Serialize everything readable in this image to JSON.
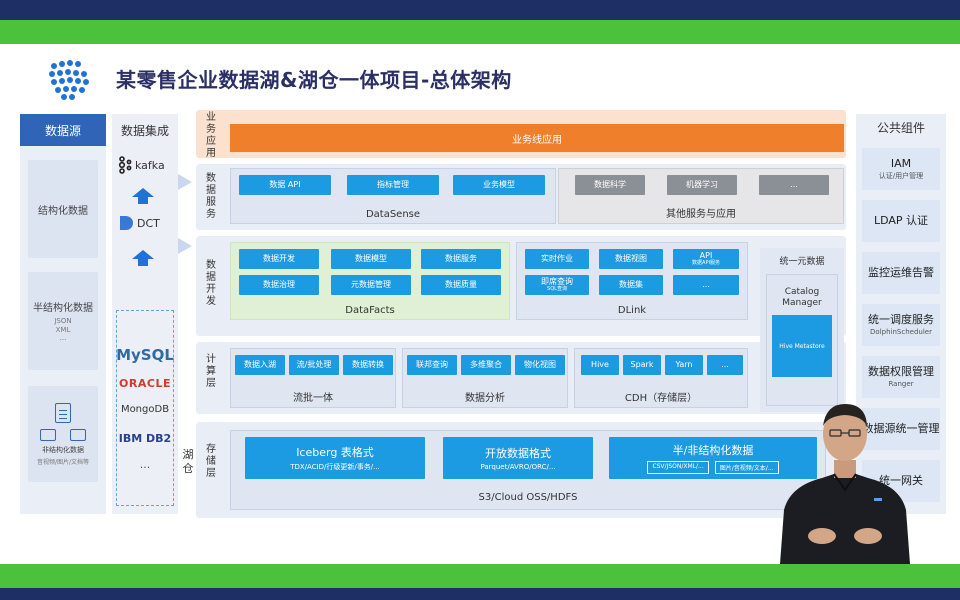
{
  "title": "某零售企业数据湖&湖仓一体项目-总体架构",
  "left": {
    "head": "数据源",
    "structured": "结构化数据",
    "semi": "半结构化数据",
    "semi_sub1": "JSON",
    "semi_sub2": "XML",
    "semi_sub3": "...",
    "unstructured": "非结构化数据",
    "unstructured_sub": "音视频/图片/文档等"
  },
  "integration": {
    "head": "数据集成",
    "kafka": "kafka",
    "dct": "DCT",
    "dbs": [
      "MySQL",
      "ORACLE",
      "MongoDB",
      "IBM DB2",
      "..."
    ]
  },
  "layers": {
    "business": {
      "label": "业务应用",
      "app": "业务线应用"
    },
    "service": {
      "label": "数据服务",
      "datasense": {
        "items": [
          "数据 API",
          "指标管理",
          "业务模型"
        ],
        "name": "DataSense"
      },
      "other": {
        "items": [
          "数据科学",
          "机器学习",
          "..."
        ],
        "name": "其他服务与应用"
      }
    },
    "dev": {
      "label": "数据开发",
      "datafacts": {
        "items": [
          "数据开发",
          "数据模型",
          "数据服务",
          "数据治理",
          "元数据管理",
          "数据质量"
        ],
        "name": "DataFacts"
      },
      "dlink": {
        "items": [
          "实时作业",
          "数据视图",
          "API",
          "即席查询",
          "数据集",
          "..."
        ],
        "api_sub": "数据API服务",
        "adhoc_sub": "SQL查询",
        "name": "DLink"
      }
    },
    "compute": {
      "label": "计算层",
      "batch": {
        "items": [
          "数据入湖",
          "流/批处理",
          "数据转换"
        ],
        "name": "流批一体"
      },
      "analysis": {
        "items": [
          "联邦查询",
          "多维聚合",
          "物化视图"
        ],
        "name": "数据分析"
      },
      "cdh": {
        "items": [
          "Hive",
          "Spark",
          "Yarn",
          "..."
        ],
        "name": "CDH（存储层）"
      }
    },
    "storage": {
      "label": "存储层",
      "iceberg": {
        "title": "Iceberg 表格式",
        "sub": "TDX/ACID/行级更新/事务/..."
      },
      "open": {
        "title": "开放数据格式",
        "sub": "Parquet/AVRO/ORC/..."
      },
      "semi": {
        "title": "半/非结构化数据",
        "box1": "CSV/JSON/XML/...",
        "box2": "图片/音视频/文本/..."
      },
      "base": "S3/Cloud OSS/HDFS"
    },
    "lakehouse": "湖仓"
  },
  "catalog": {
    "title": "统一元数据",
    "name": "Catalog Manager",
    "hive": "Hive Metastore"
  },
  "right": {
    "head": "公共组件",
    "items": [
      {
        "title": "IAM",
        "sub": "认证/用户管理"
      },
      {
        "title": "LDAP 认证",
        "sub": ""
      },
      {
        "title": "监控运维告警",
        "sub": ""
      },
      {
        "title": "统一调度服务",
        "sub": "DolphinScheduler"
      },
      {
        "title": "数据权限管理",
        "sub": "Ranger"
      },
      {
        "title": "数据源统一管理",
        "sub": ""
      },
      {
        "title": "统一网关",
        "sub": ""
      }
    ]
  },
  "colors": {
    "accent_blue": "#1d9be2",
    "orange": "#f07f2c",
    "green_bar": "#4cc23c",
    "head_blue": "#2f64b6"
  }
}
